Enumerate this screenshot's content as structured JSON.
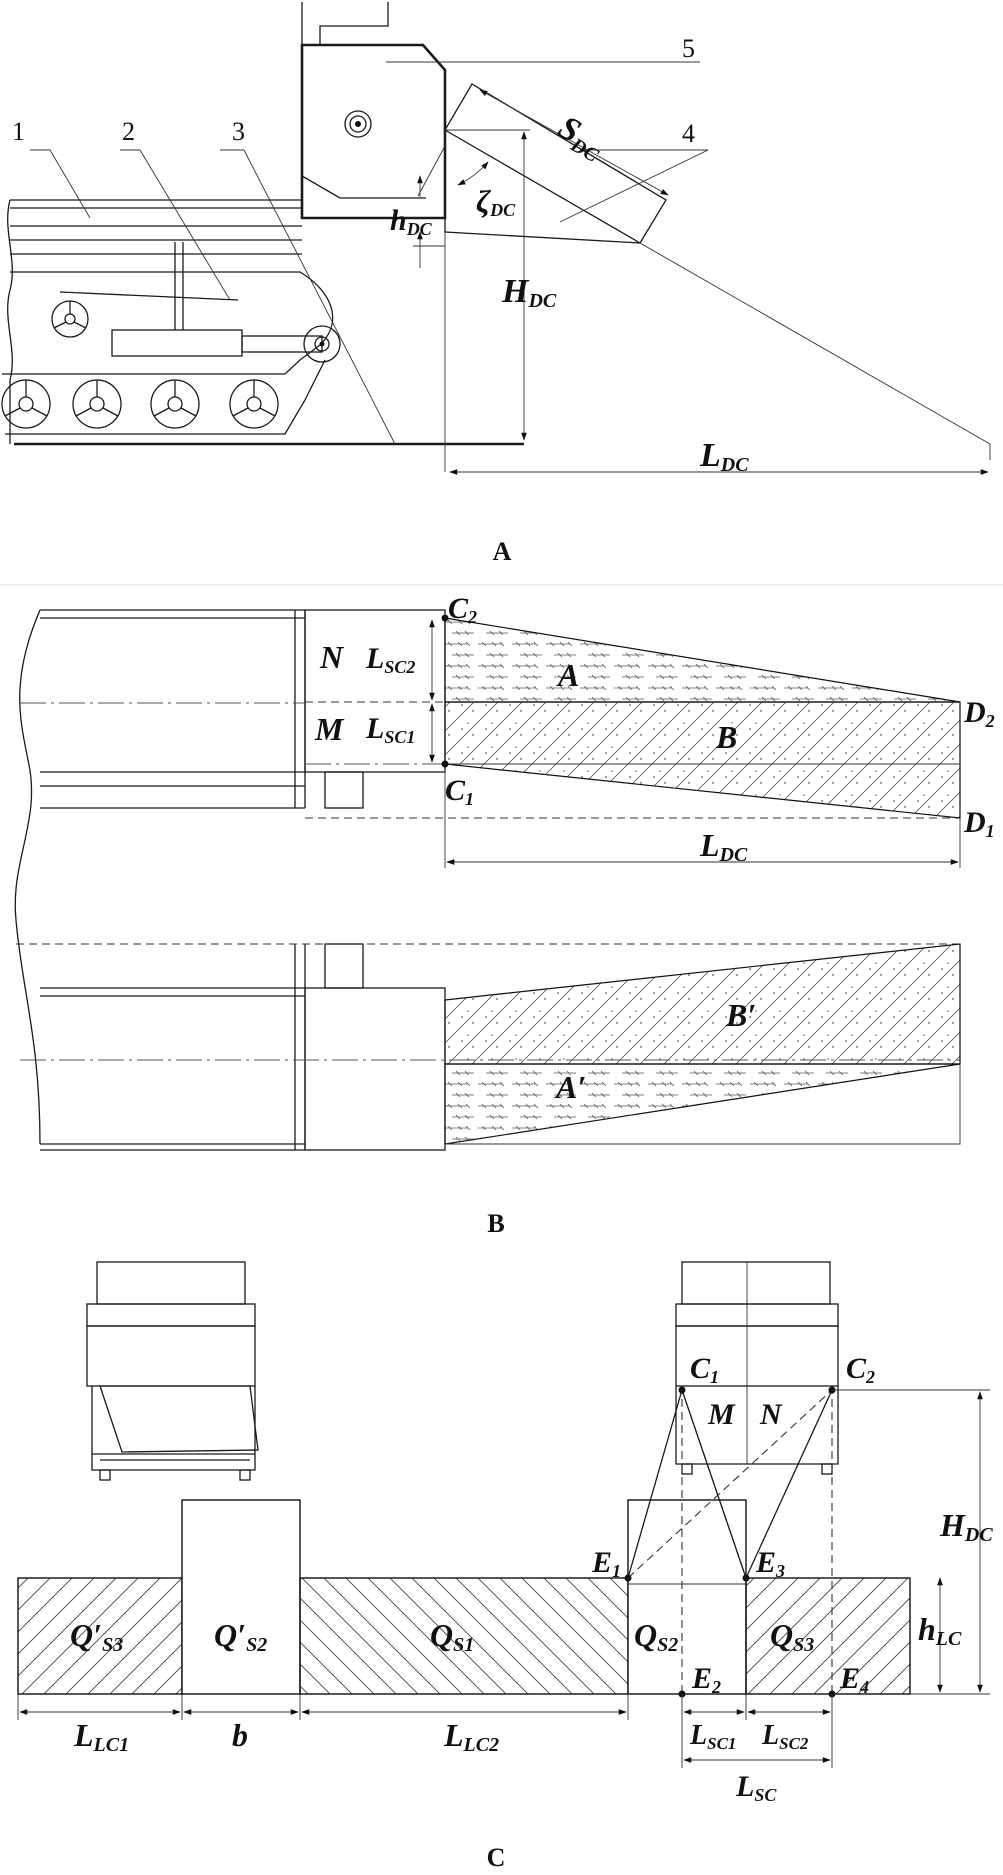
{
  "panels": {
    "a": {
      "caption": "A",
      "part_numbers": [
        "1",
        "2",
        "3",
        "4",
        "5"
      ],
      "labels": {
        "S": "S",
        "S_sub": "DC",
        "zeta": "ζ",
        "zeta_sub": "DC",
        "h": "h",
        "h_sub": "DC",
        "H": "H",
        "H_sub": "DC",
        "L": "L",
        "L_sub": "DC"
      }
    },
    "b": {
      "caption": "B",
      "labels": {
        "C2": "C",
        "C2_sub": "2",
        "C1": "C",
        "C1_sub": "1",
        "D2": "D",
        "D2_sub": "2",
        "D1": "D",
        "D1_sub": "1",
        "N": "N",
        "M": "M",
        "LSC2": "L",
        "LSC2_sub": "SC2",
        "LSC1": "L",
        "LSC1_sub": "SC1",
        "A": "A",
        "B": "B",
        "LDC": "L",
        "LDC_sub": "DC",
        "Bp": "B′",
        "Ap": "A′"
      }
    },
    "c": {
      "caption": "C",
      "labels": {
        "C1": "C",
        "C1_sub": "1",
        "C2": "C",
        "C2_sub": "2",
        "M": "M",
        "N": "N",
        "E1": "E",
        "E1_sub": "1",
        "E2": "E",
        "E2_sub": "2",
        "E3": "E",
        "E3_sub": "3",
        "E4": "E",
        "E4_sub": "4",
        "HDC": "H",
        "HDC_sub": "DC",
        "hLC": "h",
        "hLC_sub": "LC",
        "Qp_S3": "Q′",
        "Qp_S3_sub": "S3",
        "Qp_S2": "Q′",
        "Qp_S2_sub": "S2",
        "Q_S1": "Q",
        "Q_S1_sub": "S1",
        "Q_S2": "Q",
        "Q_S2_sub": "S2",
        "Q_S3": "Q",
        "Q_S3_sub": "S3",
        "LLC1": "L",
        "LLC1_sub": "LC1",
        "b": "b",
        "LLC2": "L",
        "LLC2_sub": "LC2",
        "LSC1": "L",
        "LSC1_sub": "SC1",
        "LSC2": "L",
        "LSC2_sub": "SC2",
        "LSC": "L",
        "LSC_sub": "SC"
      }
    }
  }
}
